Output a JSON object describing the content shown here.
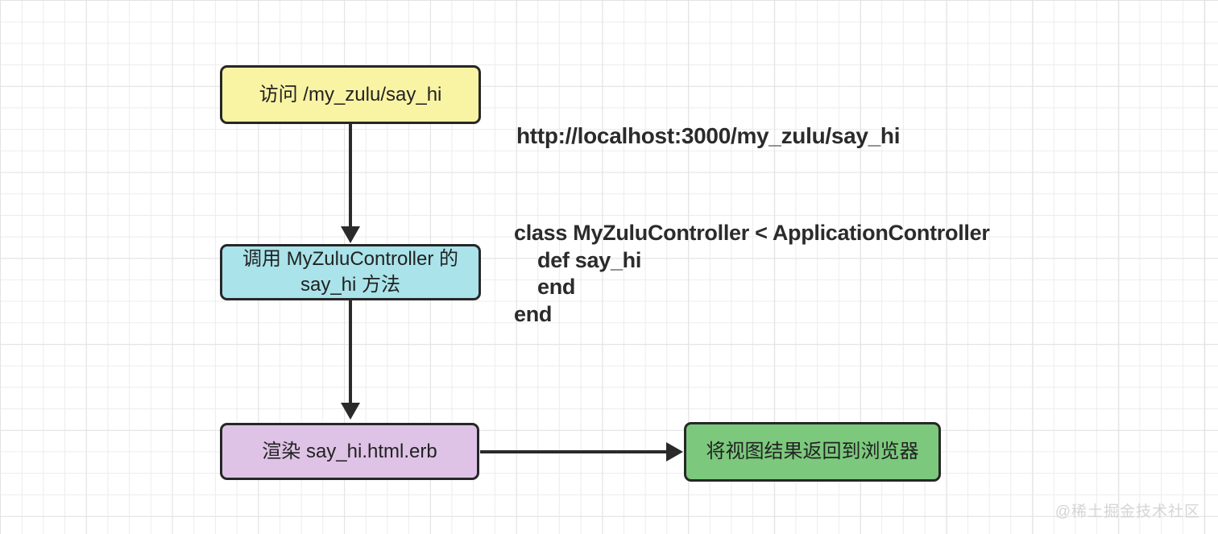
{
  "flowchart": {
    "nodes": {
      "visit": {
        "label": "访问 /my_zulu/say_hi",
        "fill": "#f9f3a4"
      },
      "controller": {
        "label": "调用 MyZuluController 的\nsay_hi 方法",
        "fill": "#aae3ea"
      },
      "render": {
        "label": "渲染 say_hi.html.erb",
        "fill": "#dfc3e6"
      },
      "browser": {
        "label": "将视图结果返回到浏览器",
        "fill": "#7cc97d"
      }
    },
    "annotations": {
      "url": "http://localhost:3000/my_zulu/say_hi",
      "code": {
        "line1": "class MyZuluController < ApplicationController",
        "line2": "def say_hi",
        "line3": "end",
        "line4": "end"
      }
    },
    "colors": {
      "stroke": "#2a2a2a",
      "node_border": "#272727",
      "text": "#2b2b2b",
      "grid_minor": "#ececec",
      "grid_major": "#e3e3e3",
      "watermark_text": "#d5d5d5"
    }
  },
  "watermark": "@稀土掘金技术社区"
}
